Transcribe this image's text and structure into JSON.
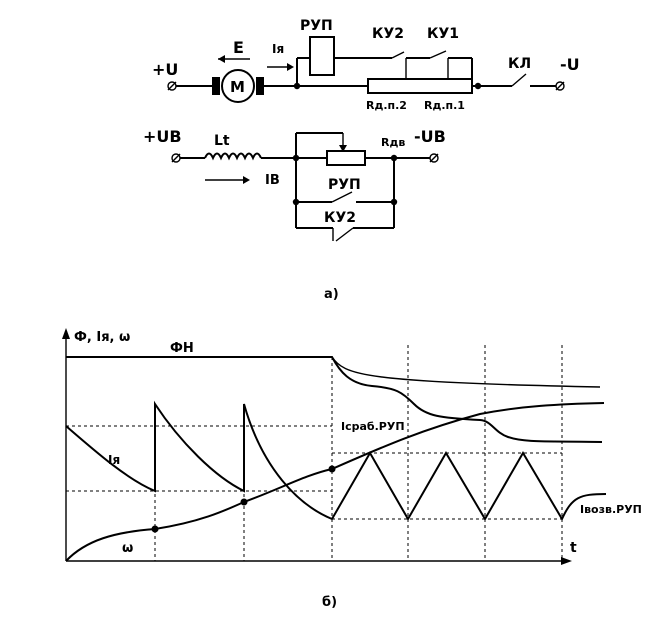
{
  "labels": {
    "motor": "M",
    "emf": "E",
    "armature_current": "Iя",
    "rup_top": "РУП",
    "ku2_top": "КУ2",
    "ku1_top": "КУ1",
    "kl": "КЛ",
    "plus_u": "+U",
    "minus_u": "-U",
    "r_dp2": "Rд.п.2",
    "r_dp1": "Rд.п.1",
    "plus_ub": "+UB",
    "minus_ub": "-UB",
    "lt": "Lt",
    "field_current": "IB",
    "r_dv": "Rдв",
    "rup_bottom": "РУП",
    "ku2_bottom": "КУ2"
  },
  "caption_a": "а)",
  "caption_b": "б)",
  "graph": {
    "y_axis_label": "Ф, Iя, ω",
    "x_axis_label": "t",
    "phi_label": "ФН",
    "current_label": "Iя",
    "omega_label": "ω",
    "i_trip_label": "Iсраб.РУП",
    "i_return_label": "Iвозв.РУП"
  }
}
